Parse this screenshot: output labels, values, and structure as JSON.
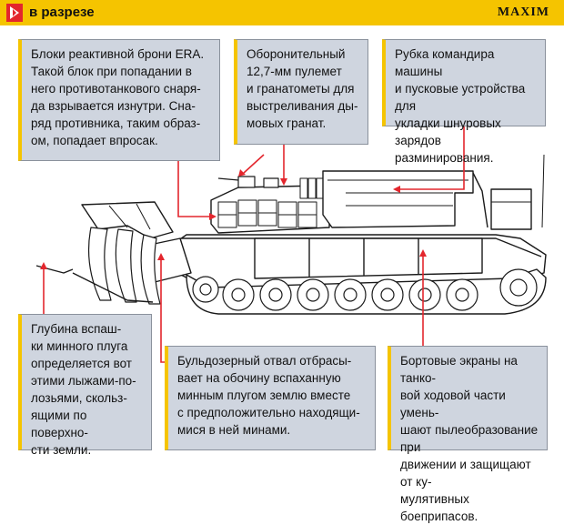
{
  "header": {
    "title": "в разрезе",
    "brand": "MAXIM",
    "icon": "arrow-right-icon"
  },
  "colors": {
    "accent_yellow": "#f5c400",
    "callout_bg": "#cfd5df",
    "pointer_red": "#e3262d",
    "line": "#1a1a1a"
  },
  "callouts": {
    "era": "Блоки реактивной брони ERA.\nТакой блок при попадании в\nнего противотанкового снаря-\nда взрывается изнутри. Сна-\nряд противника, таким образ-\nом, попадает впросак.",
    "machine_gun": "Оборонительный\n12,7-мм пулемет\nи гранатометы для\nвыстреливания ды-\nмовых гранат.",
    "cupola": "Рубка командира машины\nи пусковые устройства для\nукладки шнуровых зарядов\nразминирования.",
    "plow": "Глубина вспаш-\nки минного плуга\nопределяется вот\nэтими лыжами-по-\nлозьями, скольз-\nящими по поверхно-\nсти земли.",
    "dozer": "Бульдозерный отвал отбрасы-\nвает на обочину вспаханную\nминным плугом землю вместе\nс предположительно находящи-\nмися в ней минами.",
    "skirts": "Бортовые экраны на танко-\nвой ходовой части умень-\nшают пылеобразование при\nдвижении и защищают от ку-\nмулятивных боеприпасов."
  }
}
